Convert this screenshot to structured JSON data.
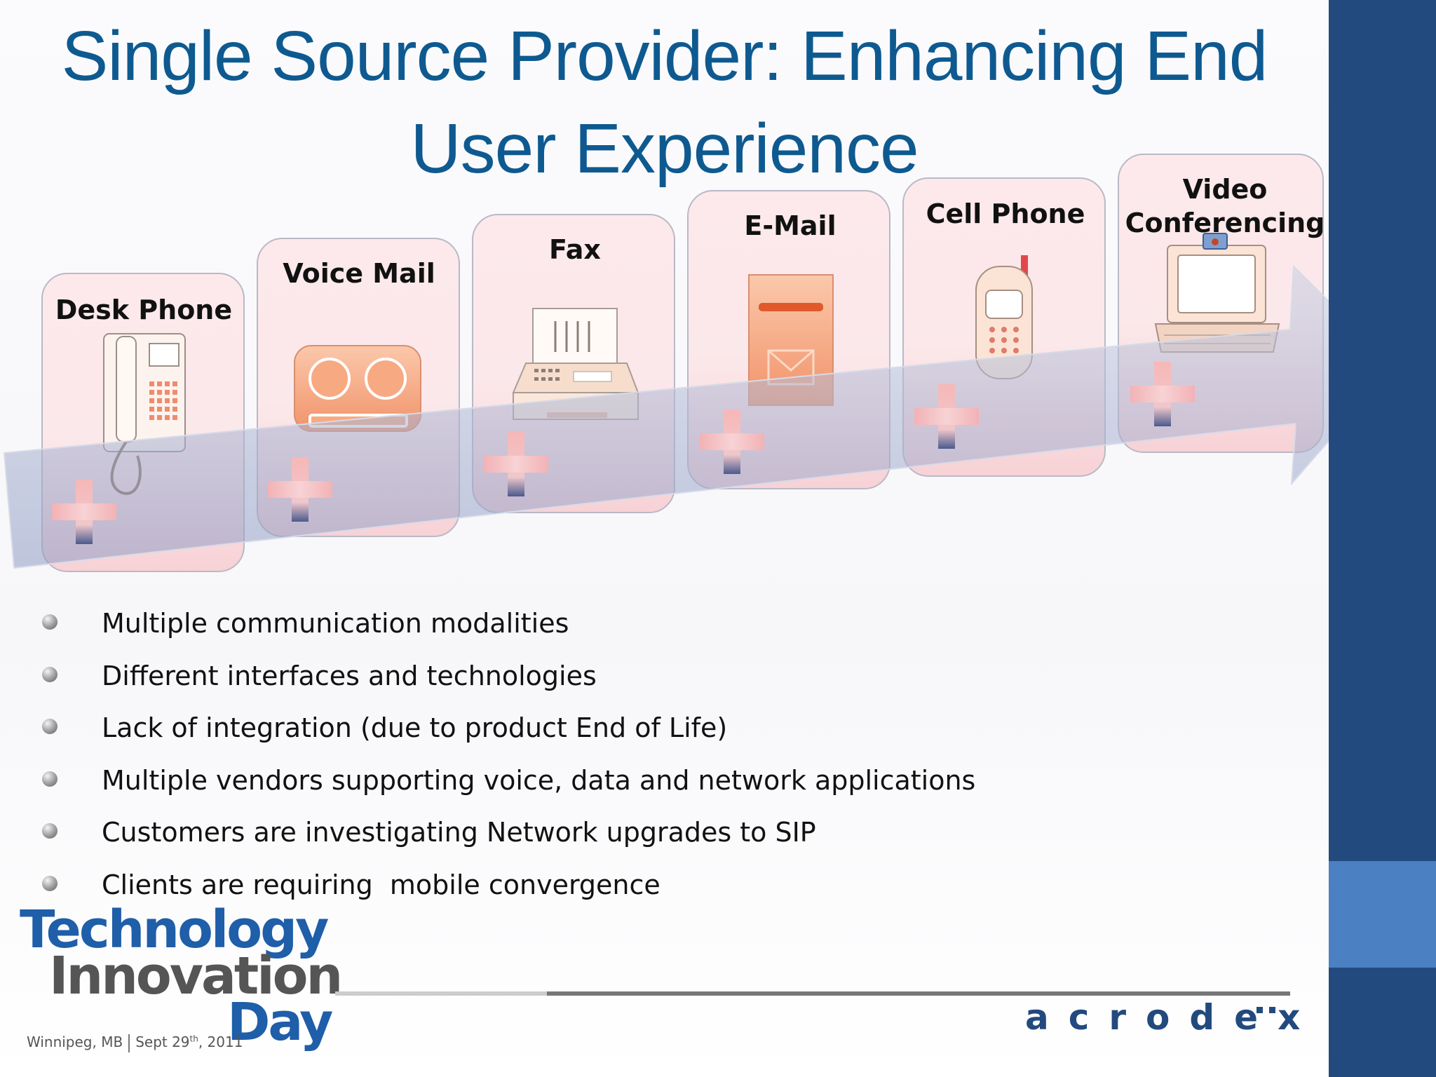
{
  "title": "Single Source Provider: Enhancing End User Experience",
  "steps": [
    {
      "label": "Desk Phone",
      "icon": "desk-phone-icon"
    },
    {
      "label": "Voice Mail",
      "icon": "voicemail-icon"
    },
    {
      "label": "Fax",
      "icon": "fax-machine-icon"
    },
    {
      "label": "E-Mail",
      "icon": "email-icon"
    },
    {
      "label": "Cell Phone",
      "icon": "cell-phone-icon"
    },
    {
      "label": "Video Conferencing",
      "icon": "video-conferencing-icon"
    }
  ],
  "bullets": [
    "Multiple communication modalities",
    "Different interfaces and technologies",
    "Lack of integration (due to product End of Life)",
    "Multiple vendors supporting voice, data and network applications",
    "Customers are investigating Network upgrades to SIP",
    "Clients are requiring  mobile convergence"
  ],
  "event_logo": {
    "line1": "Technology",
    "line2": "Innovation",
    "line3": "Day",
    "location": "Winnipeg, MB",
    "date_prefix": "Sept 29",
    "date_sup": "th",
    "date_suffix": ", 2011"
  },
  "brand": "acrodex",
  "colors": {
    "title": "#0e5a90",
    "sidebar": "#234a7e",
    "sidebar_accent": "#4b80c2",
    "card_fill": "#fbe4e6",
    "icon_fill": "#f5a67e"
  }
}
